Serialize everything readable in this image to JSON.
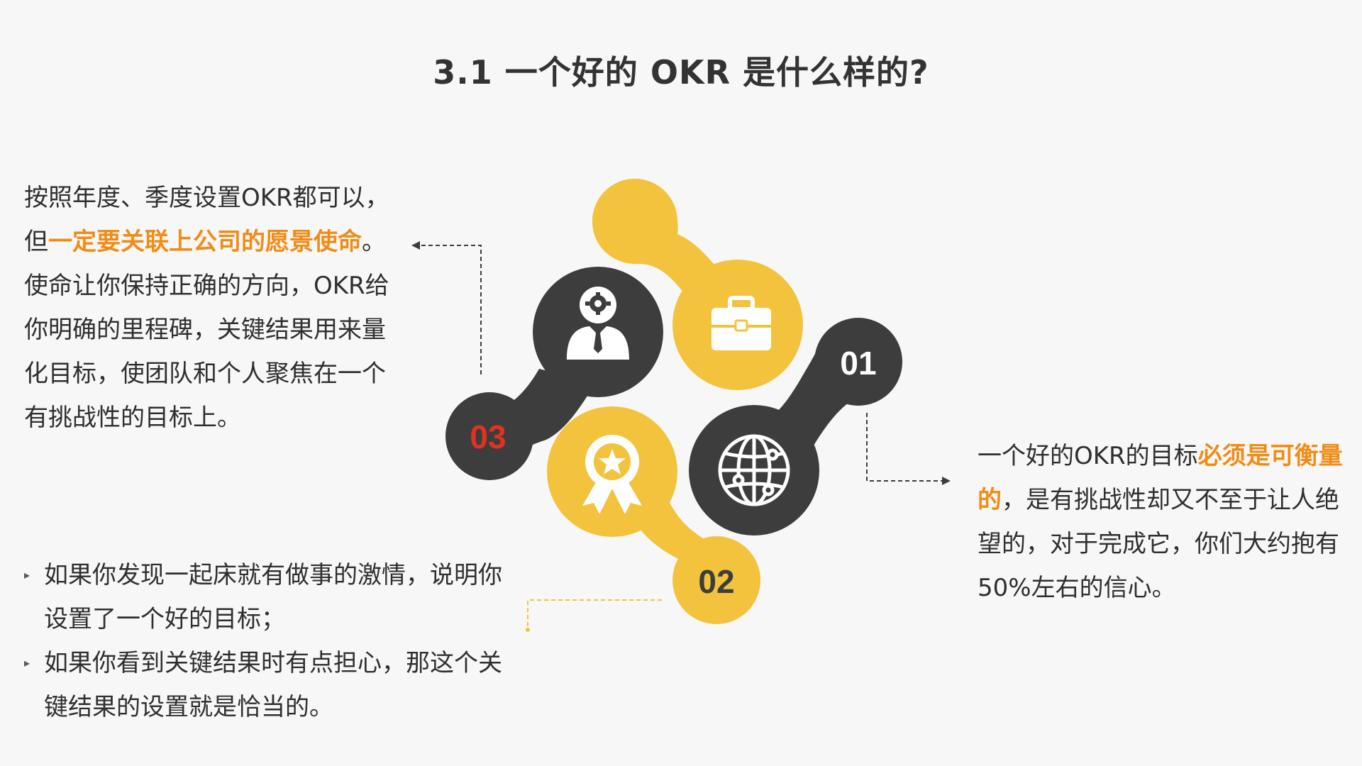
{
  "title": "3.1 一个好的 OKR 是什么样的?",
  "colors": {
    "yellow": "#f3c33d",
    "dark": "#3d3d3d",
    "accent_orange": "#f08c16",
    "number_red": "#e0331f",
    "background": "#f7f7f7"
  },
  "diagram": {
    "step_01": {
      "number": "01",
      "icon": "globe-icon"
    },
    "step_02": {
      "number": "02",
      "icon": "award-ribbon-icon"
    },
    "step_03": {
      "number": "03",
      "icon": "businessman-gear-icon"
    },
    "briefcase": {
      "icon": "briefcase-icon"
    }
  },
  "left_top": {
    "line1": "按照年度、季度设置OKR都可以，",
    "line2_pre": "但",
    "line2_highlight": "一定要关联上公司的愿景使命",
    "line2_post": "。",
    "line3": "使命让你保持正确的方向，OKR给",
    "line4": "你明确的里程碑，关键结果用来量",
    "line5": "化目标，使团队和个人聚焦在一个",
    "line6": "有挑战性的目标上。"
  },
  "right": {
    "pre": "一个好的OKR的目标",
    "highlight": "必须是可衡量的",
    "post": "，是有挑战性却又不至于让人绝望的，对于完成它，你们大约抱有50%左右的信心。"
  },
  "left_bottom": {
    "bullets": [
      "如果你发现一起床就有做事的激情，说明你设置了一个好的目标；",
      "如果你看到关键结果时有点担心，那这个关键结果的设置就是恰当的。"
    ]
  }
}
